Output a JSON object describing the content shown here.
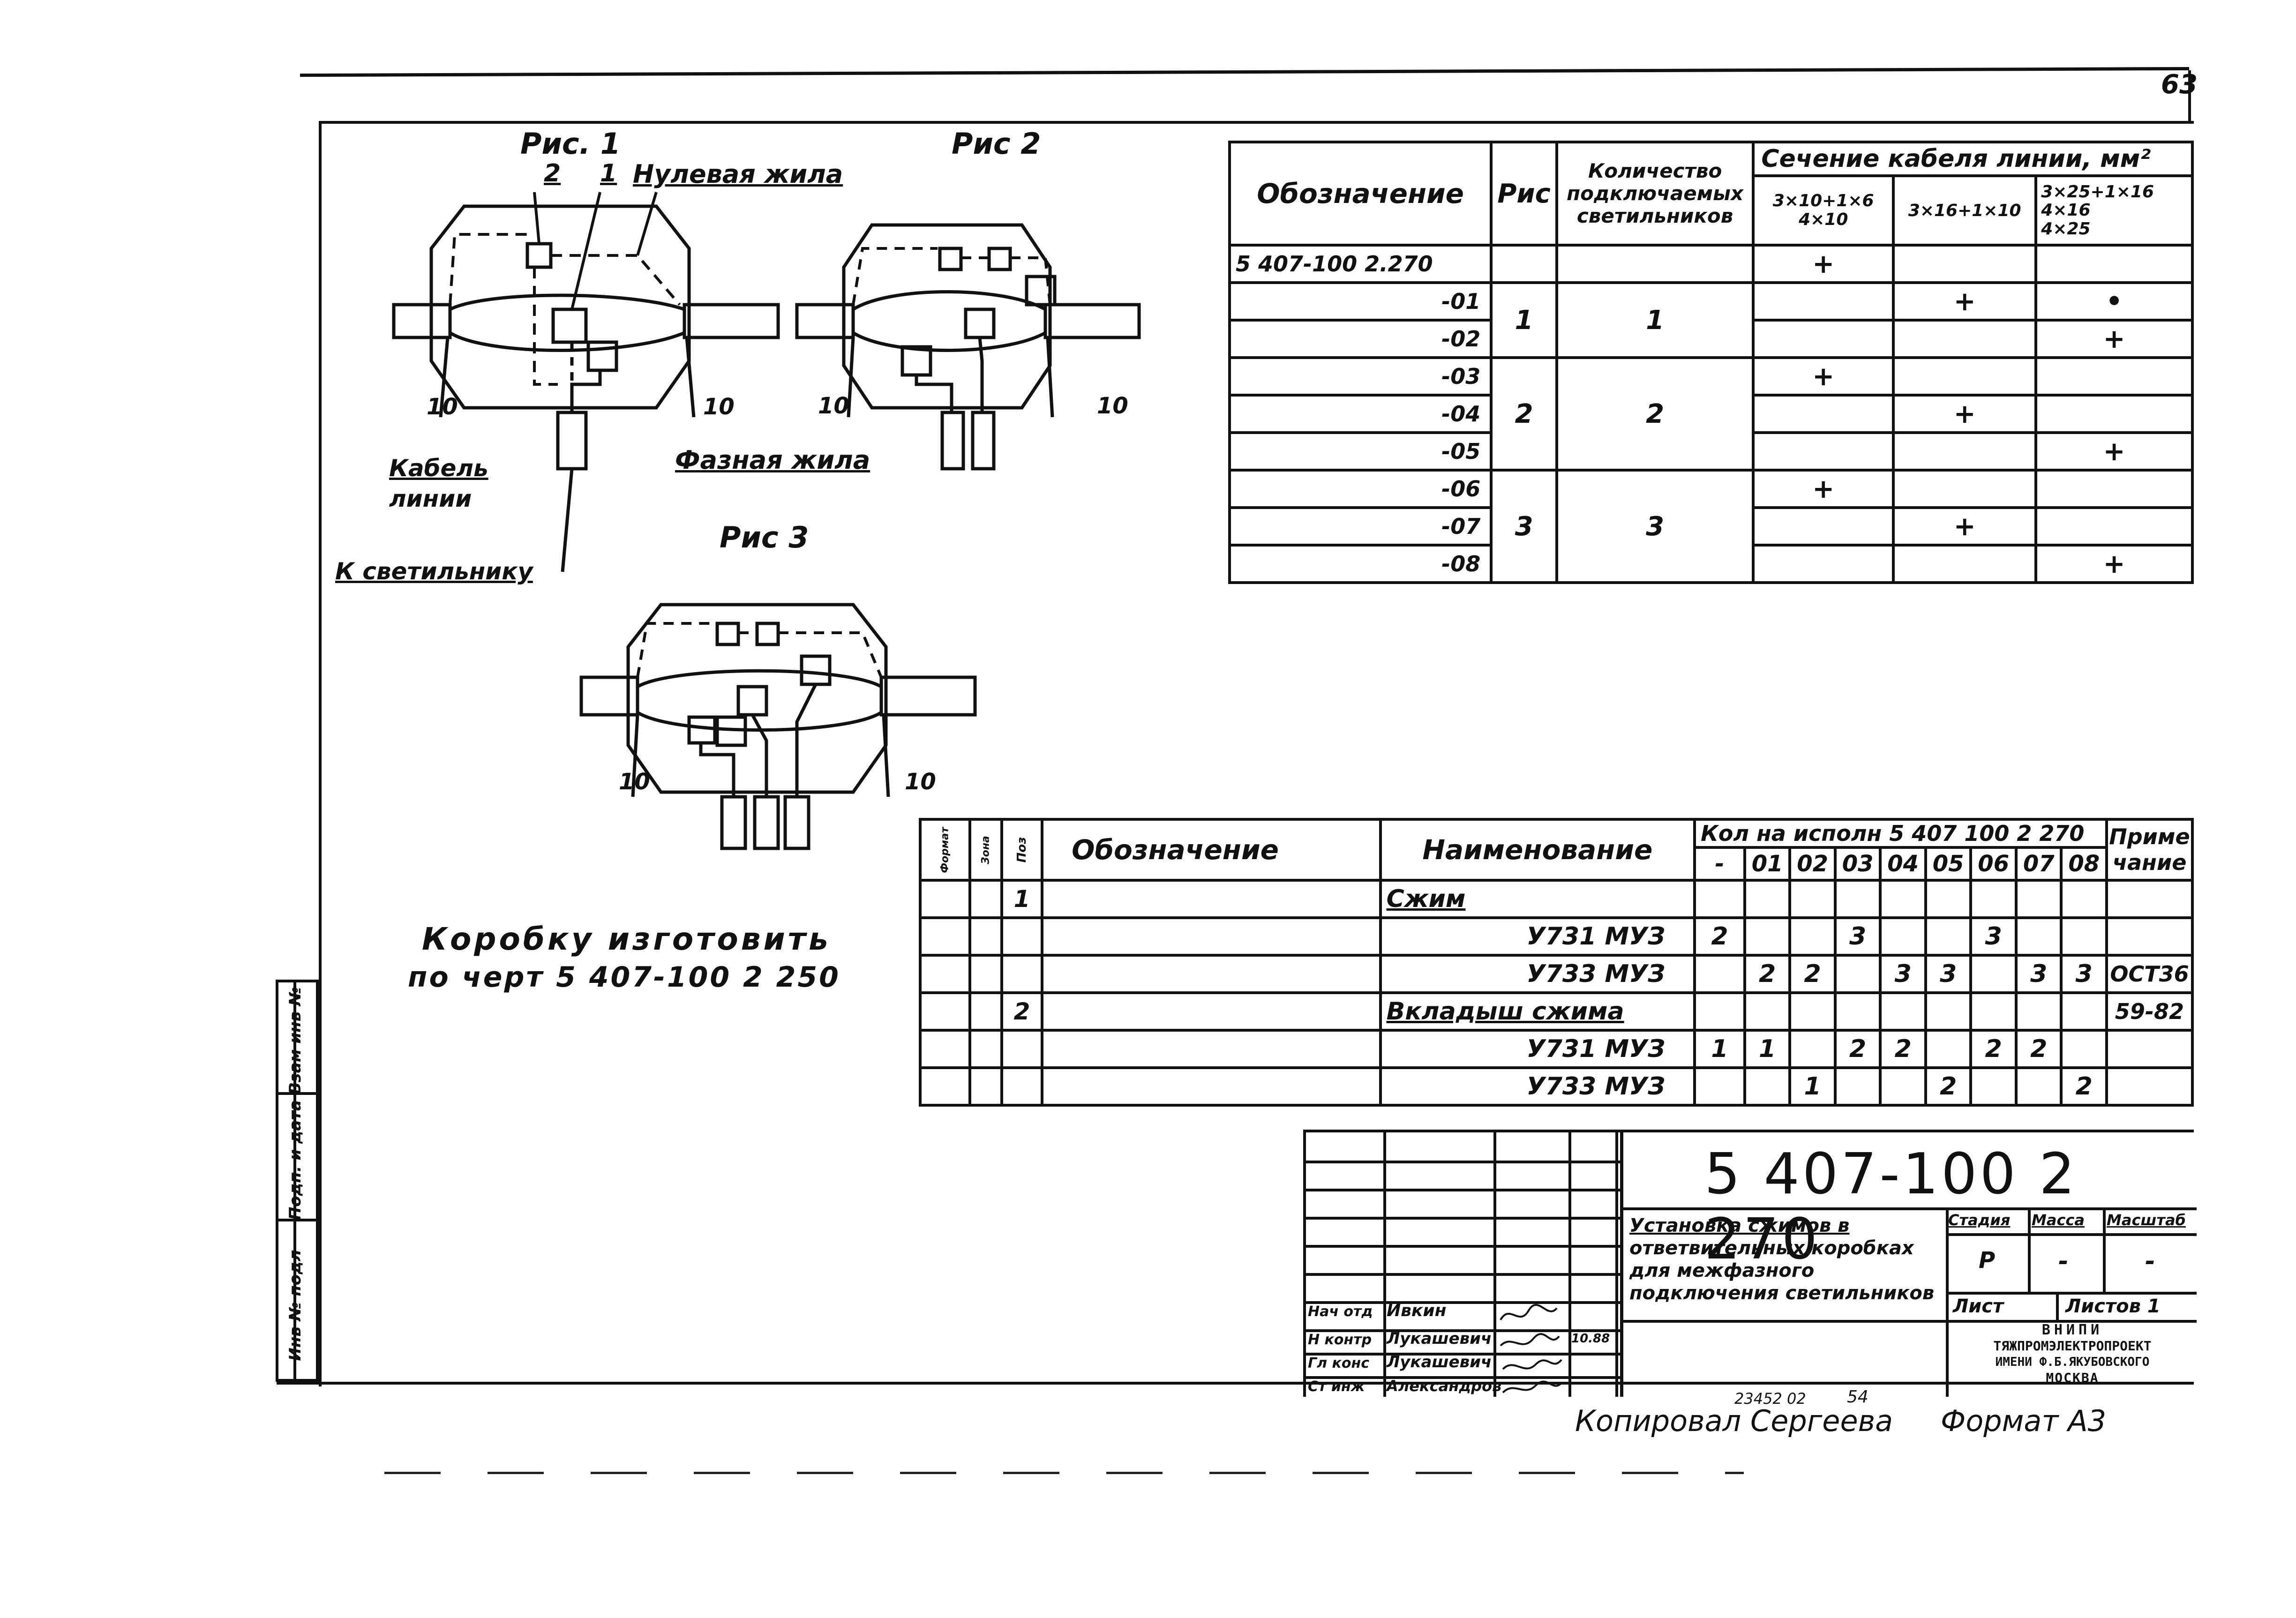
{
  "sheet": {
    "page_number": "63",
    "note_make_box": "Коробку изготовить",
    "note_make_box_ref": "по черт 5 407-100 2 250",
    "copied_by": "Копировал Сергеева",
    "format": "Формат А3",
    "archive_number": "23452 02",
    "archive_sheet": "54"
  },
  "figures": {
    "fig1_label": "Рис. 1",
    "fig2_label": "Рис 2",
    "fig3_label": "Рис 3",
    "callout_2": "2",
    "callout_1": "1",
    "neutral_core": "Нулевая жила",
    "phase_core": "Фазная жила",
    "line_cable_1": "Кабель",
    "line_cable_2": "линии",
    "to_lamp": "К светильнику",
    "dim_10": "10"
  },
  "variants_table": {
    "h_designation": "Обозначение",
    "h_fig": "Рис",
    "h_count_1": "Количество",
    "h_count_2": "подключаемых",
    "h_count_3": "светильников",
    "h_section": "Сечение кабеля линии, мм²",
    "h_sec_a_1": "3×10+1×6",
    "h_sec_a_2": "4×10",
    "h_sec_b": "3×16+1×10",
    "h_sec_c_1": "3×25+1×16",
    "h_sec_c_2": "4×16",
    "h_sec_c_3": "4×25",
    "rows": [
      {
        "des": "5 407-100 2.270",
        "a": "+",
        "b": "",
        "c": ""
      },
      {
        "des": "-01",
        "a": "",
        "b": "+",
        "c": "•"
      },
      {
        "des": "-02",
        "a": "",
        "b": "",
        "c": "+"
      },
      {
        "des": "-03",
        "a": "+",
        "b": "",
        "c": ""
      },
      {
        "des": "-04",
        "a": "",
        "b": "+",
        "c": ""
      },
      {
        "des": "-05",
        "a": "",
        "b": "",
        "c": "+"
      },
      {
        "des": "-06",
        "a": "+",
        "b": "",
        "c": ""
      },
      {
        "des": "-07",
        "a": "",
        "b": "+",
        "c": ""
      },
      {
        "des": "-08",
        "a": "",
        "b": "",
        "c": "+"
      }
    ],
    "groups": [
      {
        "fig": "1",
        "count": "1"
      },
      {
        "fig": "2",
        "count": "2"
      },
      {
        "fig": "3",
        "count": "3"
      }
    ]
  },
  "spec_table": {
    "h_format": "Формат",
    "h_zone": "Зона",
    "h_pos": "Поз",
    "h_designation": "Обозначение",
    "h_name": "Наименование",
    "h_qty": "Кол на исполн 5 407 100 2 270",
    "h_note_1": "Приме",
    "h_note_2": "чание",
    "variants": [
      "-",
      "01",
      "02",
      "03",
      "04",
      "05",
      "06",
      "07",
      "08"
    ],
    "rows": [
      {
        "pos": "1",
        "name": "Сжим",
        "q": [
          "",
          "",
          "",
          "",
          "",
          "",
          "",
          "",
          ""
        ],
        "note": ""
      },
      {
        "pos": "",
        "name": "У731 МУЗ",
        "q": [
          "2",
          "",
          "",
          "3",
          "",
          "",
          "3",
          "",
          ""
        ],
        "note": ""
      },
      {
        "pos": "",
        "name": "У733 МУЗ",
        "q": [
          "",
          "2",
          "2",
          "",
          "3",
          "3",
          "",
          "3",
          "3"
        ],
        "note": "ОСТ36"
      },
      {
        "pos": "2",
        "name": "Вкладыш сжима",
        "q": [
          "",
          "",
          "",
          "",
          "",
          "",
          "",
          "",
          ""
        ],
        "note": "59-82"
      },
      {
        "pos": "",
        "name": "У731 МУЗ",
        "q": [
          "1",
          "1",
          "",
          "2",
          "2",
          "",
          "2",
          "2",
          ""
        ],
        "note": ""
      },
      {
        "pos": "",
        "name": "У733 МУЗ",
        "q": [
          "",
          "",
          "1",
          "",
          "",
          "2",
          "",
          "",
          "2"
        ],
        "note": ""
      }
    ]
  },
  "title_block": {
    "doc_number": "5 407-100 2 270",
    "title_1": "Установка сжимов в",
    "title_2": "ответвительных коробках",
    "title_3": "для межфазного",
    "title_4": "подключения светильников",
    "h_stage": "Стадия",
    "h_mass": "Масса",
    "h_scale": "Масштаб",
    "stage": "Р",
    "mass": "-",
    "scale": "-",
    "sheet": "Лист",
    "sheets": "Листов 1",
    "org_1": "ВНИПИ",
    "org_2": "ТЯЖПРОМЭЛЕКТРОПРОЕКТ",
    "org_3": "ИМЕНИ Ф.Б.ЯКУБОВСКОГО",
    "org_4": "МОСКВА",
    "roles": [
      {
        "role": "Нач отд",
        "name": "Ивкин",
        "date": ""
      },
      {
        "role": "Н контр",
        "name": "Лукашевич",
        "date": "10.88"
      },
      {
        "role": "Гл конс",
        "name": "Лукашевич",
        "date": ""
      },
      {
        "role": "Ст инж",
        "name": "Александров",
        "date": ""
      }
    ]
  },
  "side_stamp": {
    "inv": "Инв № подл",
    "sign": "Подп. и дата",
    "replaces": "Взам инв №"
  }
}
